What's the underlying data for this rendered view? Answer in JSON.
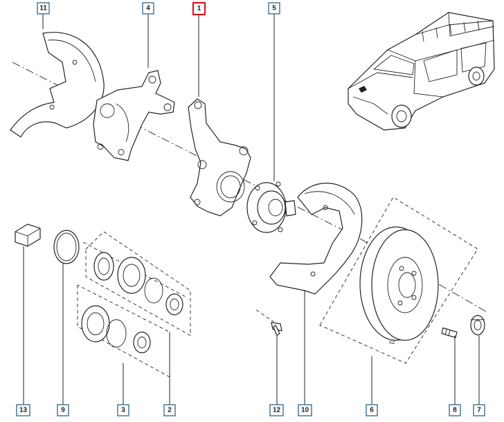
{
  "diagram": {
    "active_callout": "1",
    "accent_color": "#e0141e",
    "callout_border_color": "#3a6f93",
    "quantity_note": "x2",
    "callouts": [
      {
        "id": "11",
        "label": "11",
        "part": "brake-dust-shield-upper"
      },
      {
        "id": "4",
        "label": "4",
        "part": "steering-knuckle-right"
      },
      {
        "id": "1",
        "label": "1",
        "part": "steering-knuckle-left"
      },
      {
        "id": "5",
        "label": "5",
        "part": "wheel-hub"
      },
      {
        "id": "13",
        "label": "13",
        "part": "grease-sachet"
      },
      {
        "id": "9",
        "label": "9",
        "part": "circlip"
      },
      {
        "id": "3",
        "label": "3",
        "part": "bearing-kit-lower"
      },
      {
        "id": "2",
        "label": "2",
        "part": "bearing-kit-upper"
      },
      {
        "id": "12",
        "label": "12",
        "part": "shield-bolt"
      },
      {
        "id": "10",
        "label": "10",
        "part": "brake-dust-shield-lower"
      },
      {
        "id": "6",
        "label": "6",
        "part": "brake-disc"
      },
      {
        "id": "8",
        "label": "8",
        "part": "disc-screw"
      },
      {
        "id": "7",
        "label": "7",
        "part": "hub-nut"
      }
    ]
  }
}
